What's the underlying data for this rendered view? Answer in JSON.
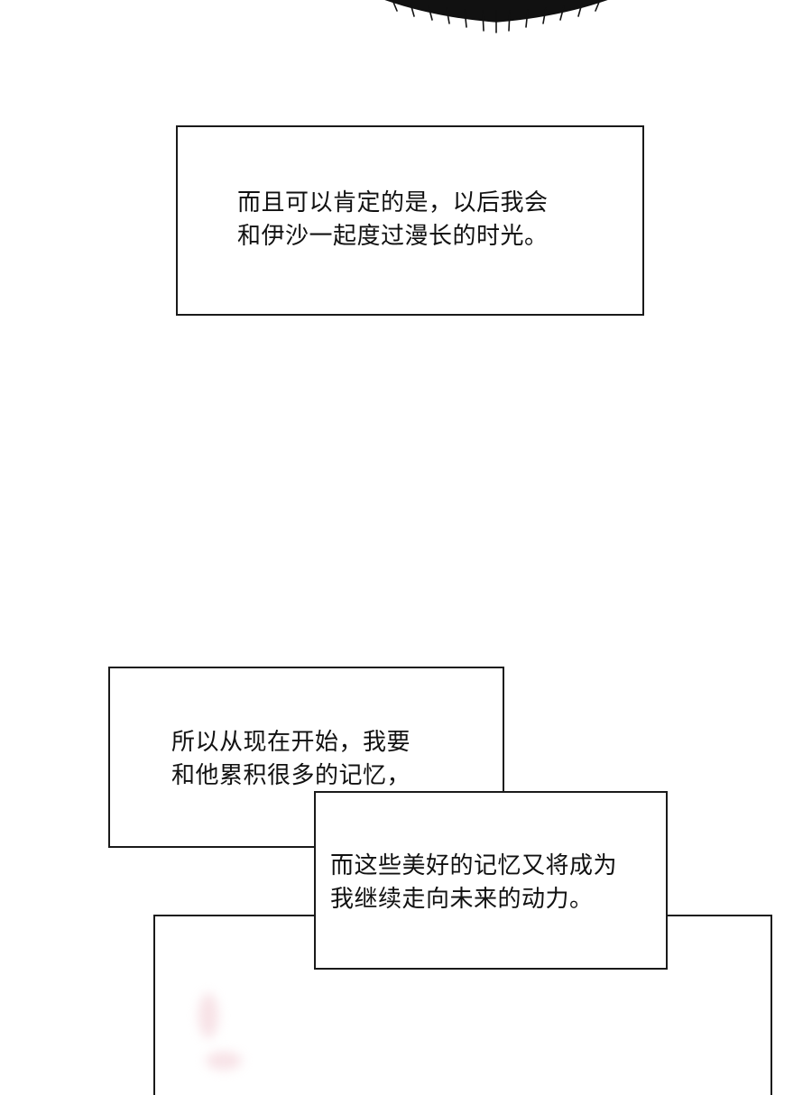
{
  "captions": {
    "caption_1": {
      "lines": "而且可以肯定的是，以后我会\n和伊沙一起度过漫长的时光。"
    },
    "caption_2": {
      "lines": "所以从现在开始，我要\n和他累积很多的记忆，"
    },
    "caption_3": {
      "lines": "而这些美好的记忆又将成为\n我继续走向未来的动力。"
    }
  },
  "colors": {
    "background": "#ffffff",
    "border": "#1a1a1a",
    "text": "#111111",
    "hair": "#111111",
    "blush": "#f4d6dc"
  }
}
